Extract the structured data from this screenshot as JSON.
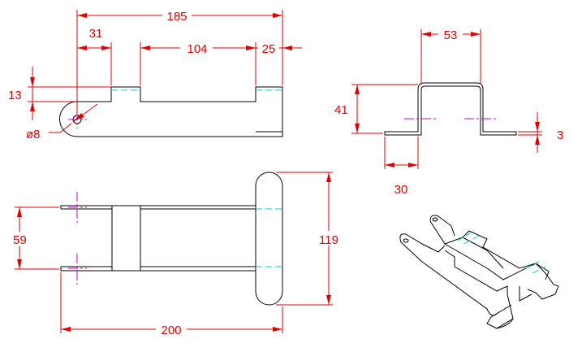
{
  "views": {
    "top": {
      "dims": {
        "overall_length": "185",
        "left_segment": "31",
        "middle_segment": "104",
        "right_segment": "25",
        "height": "13",
        "hole_diameter": "ø8"
      }
    },
    "side": {
      "dims": {
        "top_width": "53",
        "height": "41",
        "flange_width": "30",
        "thickness": "3"
      }
    },
    "front": {
      "dims": {
        "spacing": "59",
        "overall_height": "119",
        "overall_length": "200"
      }
    }
  },
  "colors": {
    "dimension": "#e00000",
    "outline": "#000000",
    "hidden": "#00d0d0",
    "centerline": "#cc00cc"
  }
}
